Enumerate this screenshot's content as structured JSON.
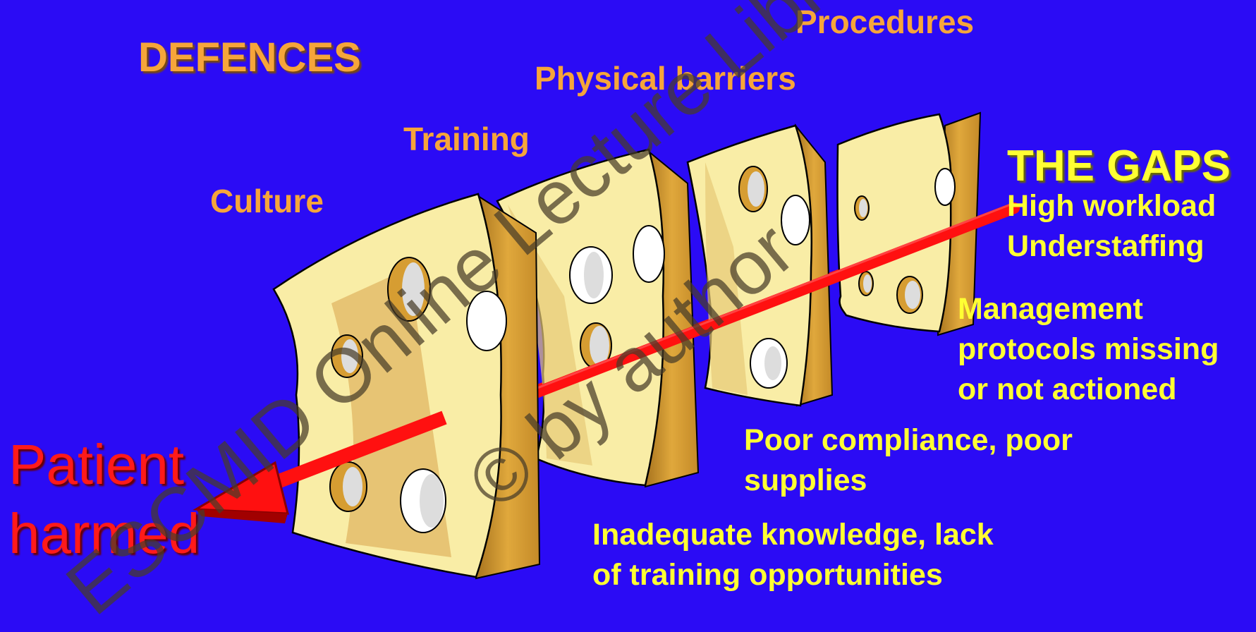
{
  "defences": {
    "title": "DEFENCES",
    "layers": [
      "Culture",
      "Training",
      "Physical barriers",
      "Procedures"
    ]
  },
  "gaps": {
    "title": "THE GAPS",
    "items": [
      [
        "High workload",
        "Understaffing"
      ],
      [
        "Management",
        "protocols missing",
        "or not actioned"
      ],
      [
        "Poor compliance, poor",
        "supplies"
      ],
      [
        "Inadequate knowledge, lack",
        "of training opportunities"
      ]
    ]
  },
  "outcome": {
    "lines": [
      "Patient",
      "harmed"
    ]
  },
  "watermark": {
    "line1": "ESCMID Online Lecture Library",
    "line2": "© by author"
  },
  "colors": {
    "background": "#2b0bf5",
    "defence_labels": "#f6a53a",
    "gap_labels": "#ffff33",
    "outcome": "#ff1a1a",
    "cheese_face": "#f9eda6",
    "cheese_side": "#d69d32",
    "arrow": "#ff1010"
  }
}
